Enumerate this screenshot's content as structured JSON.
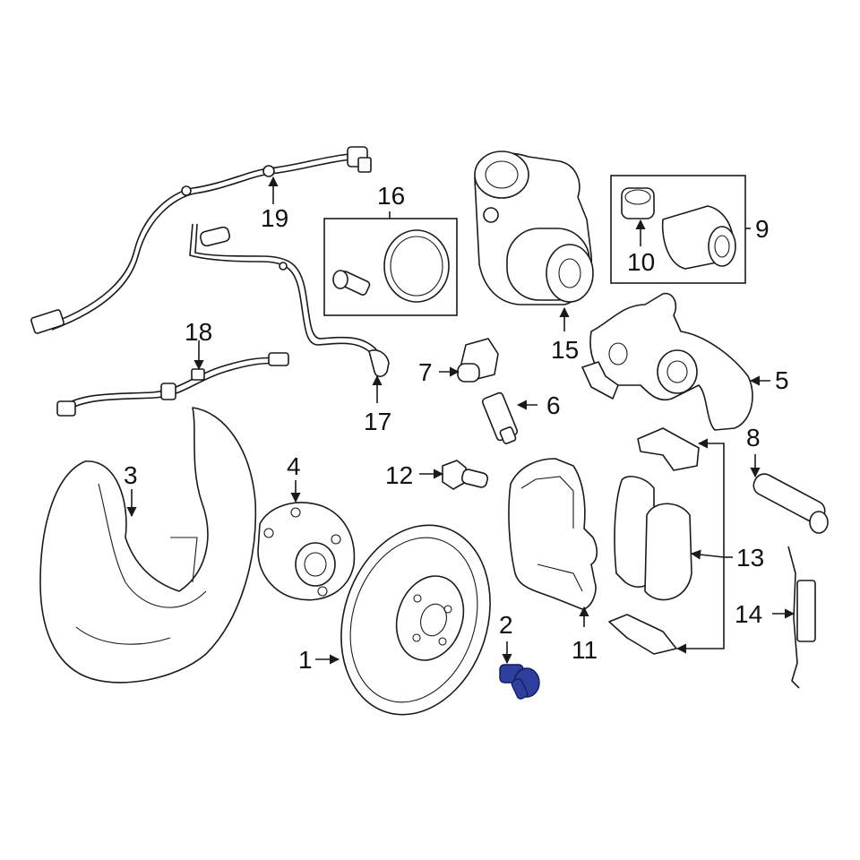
{
  "diagram": {
    "labels": {
      "l1": "1",
      "l2": "2",
      "l3": "3",
      "l4": "4",
      "l5": "5",
      "l6": "6",
      "l7": "7",
      "l8": "8",
      "l9": "9",
      "l10": "10",
      "l11": "11",
      "l12": "12",
      "l13": "13",
      "l14": "14",
      "l15": "15",
      "l16": "16",
      "l17": "17",
      "l18": "18",
      "l19": "19"
    },
    "highlighted_part": "2",
    "colors": {
      "highlight": "#2f3f9e",
      "line": "#1a1a1a",
      "background": "#ffffff"
    }
  }
}
